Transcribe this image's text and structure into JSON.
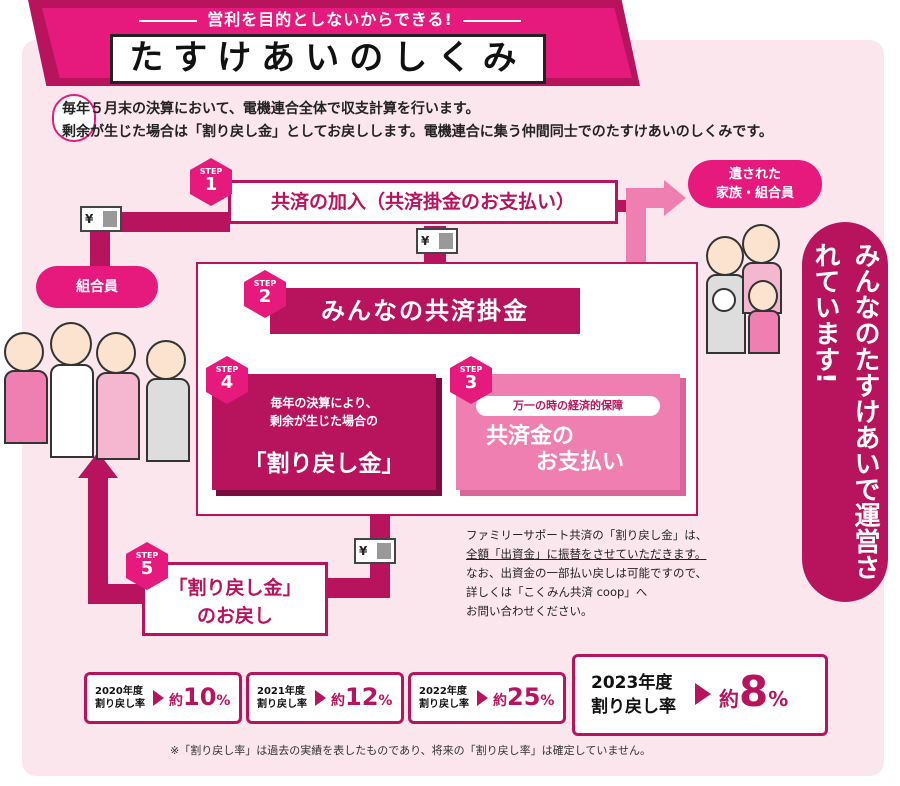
{
  "header": {
    "subtitle": "営利を目的としないからできる!",
    "title": "たすけあいのしくみ"
  },
  "intro": {
    "line1": "毎年５月末の決算において、電機連合全体で収支計算を行います。",
    "line2": "剰余が生じた場合は「割り戻し金」としてお戻しします。電機連合に集う仲間同士でのたすけあいのしくみです。"
  },
  "step_word": "STEP",
  "steps": [
    {
      "num": "1",
      "label": "共済の加入（共済掛金のお支払い）"
    },
    {
      "num": "2",
      "label": "みんなの共済掛金"
    },
    {
      "num": "3",
      "tag": "万一の時の経済的保障",
      "label1": "共済金の",
      "label2": "お支払い"
    },
    {
      "num": "4",
      "line1": "毎年の決算により、",
      "line2": "剰余が生じた場合の",
      "label": "「割り戻し金」"
    },
    {
      "num": "5",
      "label1": "「割り戻し金」",
      "label2": "のお戻し"
    }
  ],
  "badges": {
    "member": "組合員",
    "family1": "遺された",
    "family2": "家族・組合員"
  },
  "side_message": "みんなのたすけあいで運営されています!",
  "yen_symbol": "¥",
  "note": {
    "line1": "ファミリーサポート共済の「割り戻し金」は、",
    "line2": "全額「出資金」に振替をさせていただきます。",
    "line3": "なお、出資金の一部払い戻しは可能ですので、",
    "line4": "詳しくは「こくみん共済 coop」へ",
    "line5": "お問い合わせください。"
  },
  "rates": [
    {
      "year": "2020年度",
      "sub": "割り戻し率",
      "approx": "約",
      "value": "10",
      "unit": "%"
    },
    {
      "year": "2021年度",
      "sub": "割り戻し率",
      "approx": "約",
      "value": "12",
      "unit": "%"
    },
    {
      "year": "2022年度",
      "sub": "割り戻し率",
      "approx": "約",
      "value": "25",
      "unit": "%"
    },
    {
      "year": "2023年度",
      "sub": "割り戻し率",
      "approx": "約",
      "value": "8",
      "unit": "%"
    }
  ],
  "footnote": "※「割り戻し率」は過去の実績を表したものであり、将来の「割り戻し率」は確定していません。",
  "colors": {
    "magenta": "#b8145e",
    "pink": "#e51a7c",
    "light_pink": "#ef7fb0",
    "background": "#fbe6ee"
  }
}
